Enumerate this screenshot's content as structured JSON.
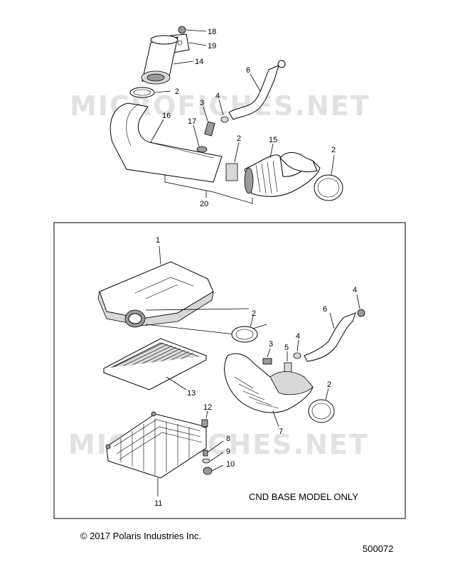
{
  "watermark": "MICROFICHES.NET",
  "upper_callouts": [
    "18",
    "19",
    "14",
    "2",
    "6",
    "4",
    "3",
    "16",
    "17",
    "2",
    "15",
    "2",
    "20"
  ],
  "lower_callouts": [
    "1",
    "2",
    "4",
    "6",
    "3",
    "5",
    "4",
    "2",
    "13",
    "12",
    "7",
    "8",
    "9",
    "10",
    "11"
  ],
  "box_note": "CND BASE MODEL ONLY",
  "copyright": "© 2017 Polaris Industries Inc.",
  "diagram_number": "500072"
}
